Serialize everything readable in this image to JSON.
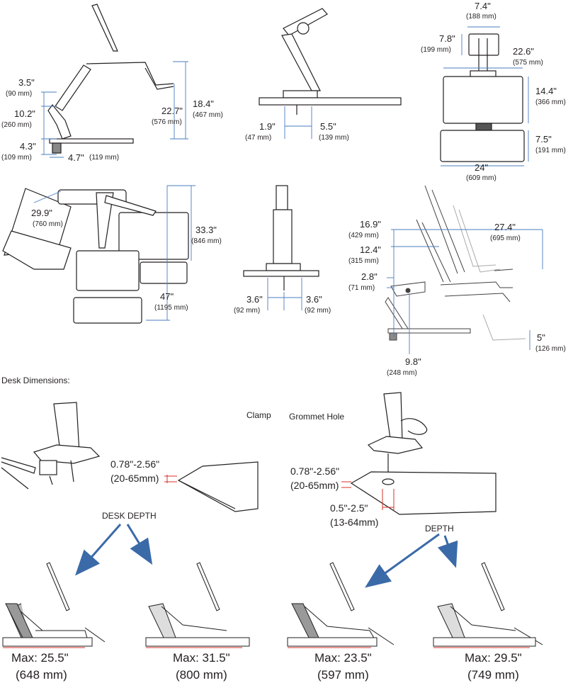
{
  "diagram1": {
    "d1": "3.5\"",
    "d1mm": "(90 mm)",
    "d2": "10.2\"",
    "d2mm": "(260 mm)",
    "d3": "4.3\"",
    "d3mm": "(109 mm)",
    "d4": "4.7\"",
    "d4mm": "(119 mm)",
    "d5": "22.7\"",
    "d5mm": "(576 mm)",
    "d6": "18.4\"",
    "d6mm": "(467 mm)"
  },
  "diagram2": {
    "d1": "1.9\"",
    "d1mm": "(47 mm)",
    "d2": "5.5\"",
    "d2mm": "(139 mm)"
  },
  "diagram3": {
    "d1": "7.4\"",
    "d1mm": "(188 mm)",
    "d2": "7.8\"",
    "d2mm": "(199 mm)",
    "d3": "22.6\"",
    "d3mm": "(575 mm)",
    "d4": "14.4\"",
    "d4mm": "(366 mm)",
    "d5": "7.5\"",
    "d5mm": "(191 mm)",
    "d6": "24\"",
    "d6mm": "(609 mm)"
  },
  "diagram4": {
    "d1": "29.9\"",
    "d1mm": "(760 mm)",
    "d2": "33.3\"",
    "d2mm": "(846 mm)",
    "d3": "47\"",
    "d3mm": "(1195 mm)"
  },
  "diagram5": {
    "d1": "3.6\"",
    "d1mm": "(92 mm)",
    "d2": "3.6\"",
    "d2mm": "(92 mm)"
  },
  "diagram6": {
    "d1": "16.9\"",
    "d1mm": "(429 mm)",
    "d2": "27.4\"",
    "d2mm": "(695 mm)",
    "d3": "12.4\"",
    "d3mm": "(315 mm)",
    "d4": "2.8\"",
    "d4mm": "(71 mm)",
    "d5": "5\"",
    "d5mm": "(126 mm)",
    "d6": "9.8\"",
    "d6mm": "(248 mm)"
  },
  "desk": {
    "title": "Desk Dimensions:",
    "clamp": "Clamp",
    "grommet": "Grommet Hole",
    "clamp_range": "0.78\"-2.56\"",
    "clamp_range_mm": "(20-65mm)",
    "grommet_range": "0.78\"-2.56\"",
    "grommet_range_mm": "(20-65mm)",
    "hole_range": "0.5\"-2.5\"",
    "hole_range_mm": "(13-64mm)"
  },
  "depth": {
    "desk_depth": "DESK DEPTH",
    "depth": "DEPTH",
    "max1": "Max: 25.5\"",
    "max1mm": "(648 mm)",
    "max2": "Max: 31.5\"",
    "max2mm": "(800 mm)",
    "max3": "Max: 23.5\"",
    "max3mm": "(597 mm)",
    "max4": "Max: 29.5\"",
    "max4mm": "(749 mm)"
  },
  "colors": {
    "dimension": "#4a7dbf",
    "arrow": "#3b6aa8",
    "red": "#d9312b",
    "line": "#231f20"
  }
}
